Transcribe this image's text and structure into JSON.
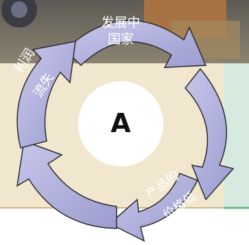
{
  "diagram": {
    "center_label": "A",
    "top_label_line1": "发展中",
    "top_label_line2": "国家",
    "left_label_line1": "利润",
    "left_label_line2": "流失",
    "bottom_right_label_line1": "产品的",
    "bottom_right_label_line2": "价格低"
  },
  "colors": {
    "arrow_fill": "#a8a8d6",
    "arrow_fill_light": "#c5c5e8",
    "arrow_stroke": "#2a2a2a",
    "center_fill": "#ffffff",
    "panel_fill": "#f1e7cf",
    "right_panel_fill": "#d8ebe2",
    "photo_top": "#6e6a62",
    "photo_bottom": "#9a8e7a"
  }
}
